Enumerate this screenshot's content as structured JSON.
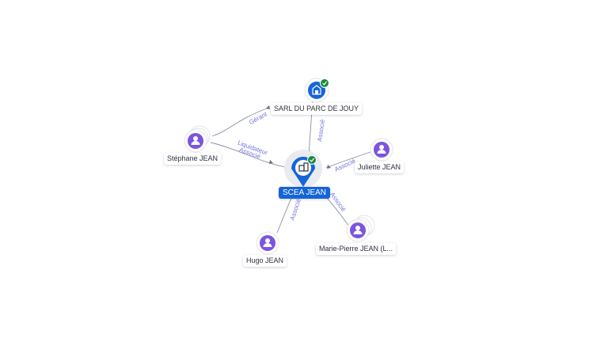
{
  "nodes": {
    "main": {
      "label": "SCEA JEAN"
    },
    "sarl": {
      "label": "SARL DU PARC DE JOUY"
    },
    "stephane": {
      "label": "Stéphane JEAN"
    },
    "juliette": {
      "label": "Juliette JEAN"
    },
    "hugo": {
      "label": "Hugo JEAN"
    },
    "marie": {
      "label": "Marie-Pierre JEAN (L..."
    }
  },
  "edges": {
    "gerant": "Gérant",
    "associe_sarl": "Associé",
    "liquidateur": "Liquidateur",
    "associe_stephane": "Associé",
    "associe_juliette": "Associé",
    "associe_hugo": "Associé",
    "associe_marie": "Associé"
  },
  "colors": {
    "company": "#1565d8",
    "person": "#7b55e0",
    "check": "#1b8a3e",
    "edge_label": "#6f74e0"
  }
}
